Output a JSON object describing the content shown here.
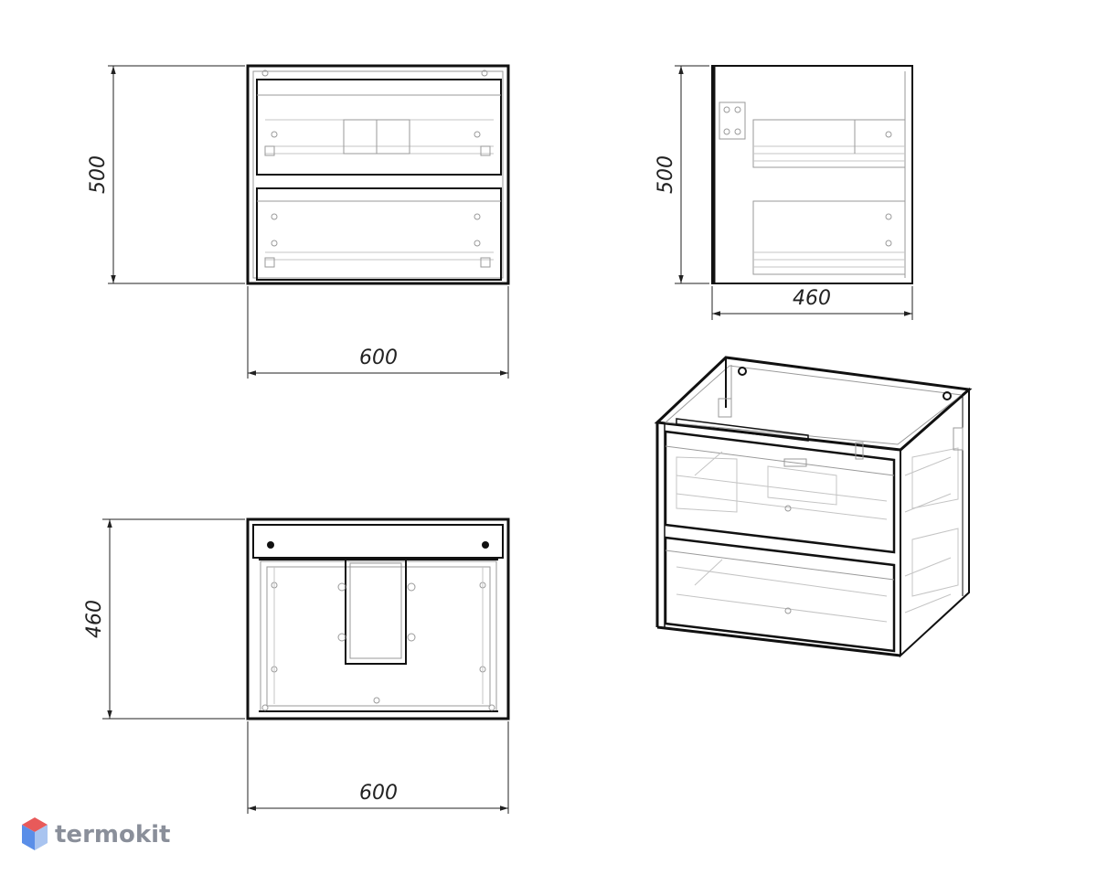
{
  "front_view": {
    "width_label": "600",
    "height_label": "500"
  },
  "side_view": {
    "depth_label": "460",
    "height_label": "500"
  },
  "top_view": {
    "width_label": "600",
    "depth_label": "460"
  },
  "watermark": {
    "text": "termokit",
    "text_color": "#8a8f9a",
    "icon_colors": [
      "#e85a5a",
      "#5a8ee8",
      "#a9c4f0"
    ]
  },
  "line_color": "#111111"
}
